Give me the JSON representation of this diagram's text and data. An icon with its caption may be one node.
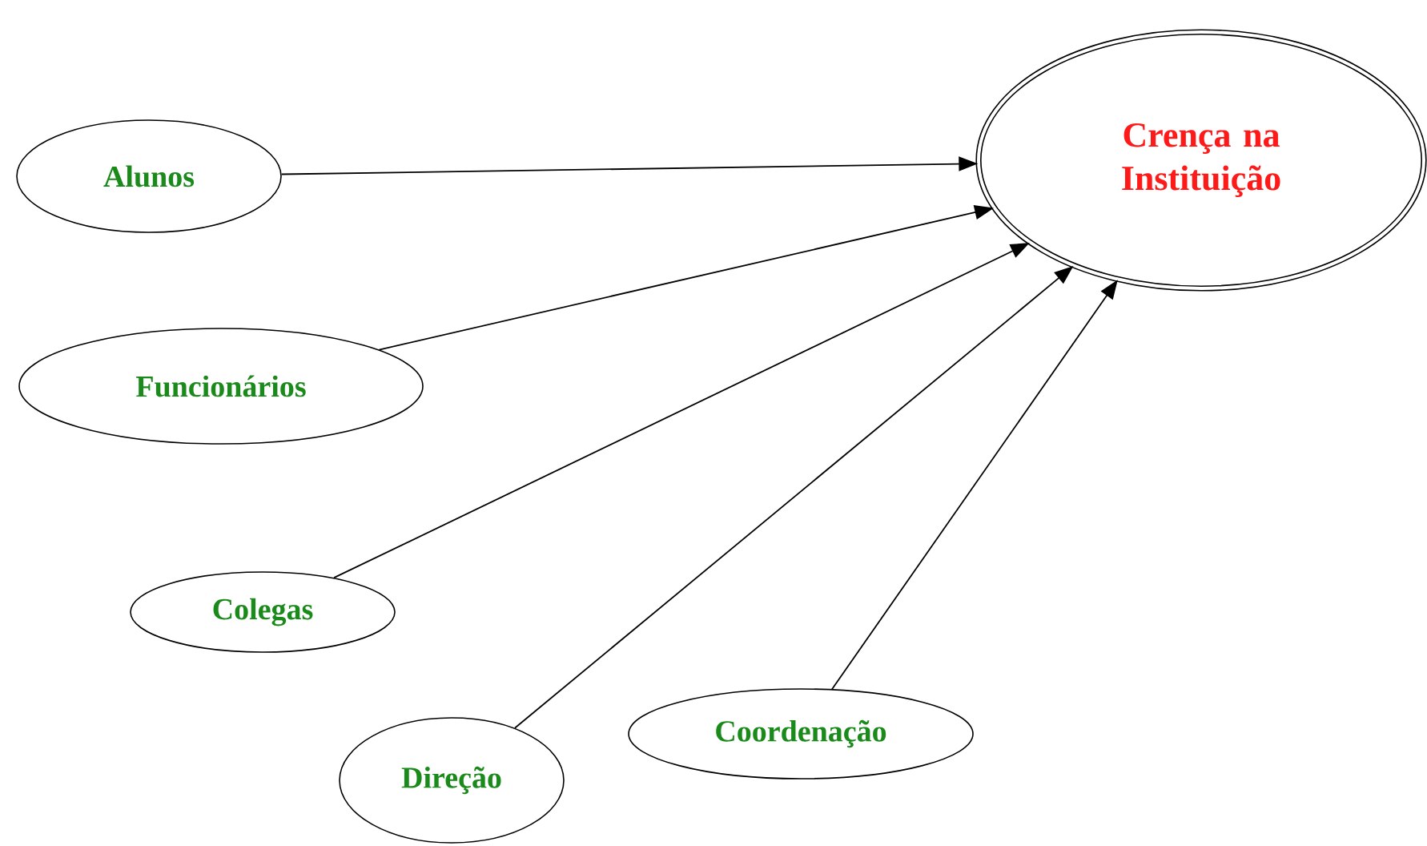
{
  "diagram": {
    "nodes": [
      {
        "text": [
          "Alunos"
        ]
      },
      {
        "text": [
          "Funcionários"
        ]
      },
      {
        "text": [
          "Colegas"
        ]
      },
      {
        "text": [
          "Direção"
        ]
      },
      {
        "text": [
          "Coordenação"
        ]
      },
      {
        "text": [
          "Crença na Instituição"
        ]
      }
    ],
    "edges": [
      {
        "from": 0,
        "to": 5,
        "arrow": "to"
      },
      {
        "from": 1,
        "to": 5,
        "arrow": "to"
      },
      {
        "from": 2,
        "to": 5,
        "arrow": "to"
      },
      {
        "from": 3,
        "to": 5,
        "arrow": "to"
      },
      {
        "from": 4,
        "to": 5,
        "arrow": "to"
      }
    ]
  }
}
